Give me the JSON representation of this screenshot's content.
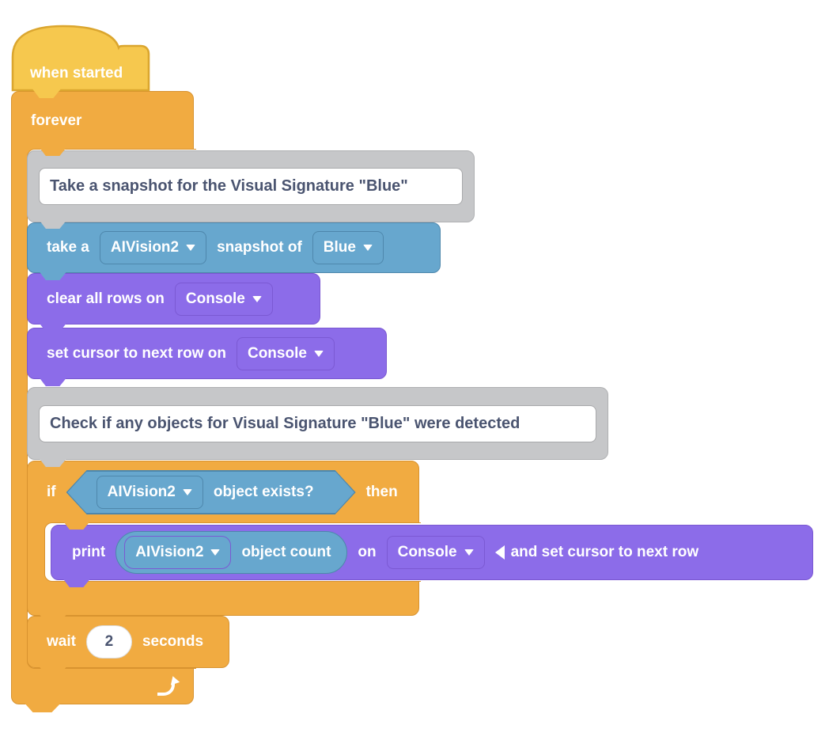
{
  "palette": {
    "hat_yellow": "#F6C84E",
    "hat_border": "#DBA62F",
    "control_orange": "#F1AB41",
    "control_border": "#D8932F",
    "vision_blue": "#67A7CE",
    "vision_border": "#4E87AC",
    "console_purple": "#8C6CE9",
    "console_border": "#7A57D1",
    "comment_gray": "#C6C7C9",
    "comment_border": "#AFB0B2",
    "comment_text": "#4A5470",
    "white_text": "#FFFFFF"
  },
  "icons": {
    "caret_down": "▾",
    "collapse_left": "◀",
    "loop_arrow": "⤴"
  },
  "blocks": {
    "hat": {
      "label": "when started"
    },
    "forever": {
      "label": "forever"
    },
    "comment_snapshot": {
      "text": "Take a snapshot for the Visual Signature \"Blue\""
    },
    "take_snapshot": {
      "text_take": "take a",
      "camera": "AIVision2",
      "text_snapshot_of": "snapshot of",
      "signature": "Blue"
    },
    "clear_rows": {
      "text": "clear all rows on",
      "target": "Console"
    },
    "set_cursor": {
      "text": "set cursor to next row on",
      "target": "Console"
    },
    "comment_check": {
      "text": "Check if any objects for Visual Signature \"Blue\" were detected"
    },
    "if_block": {
      "text_if": "if",
      "camera": "AIVision2",
      "condition": "object exists?",
      "text_then": "then"
    },
    "print_block": {
      "text_print": "print",
      "camera": "AIVision2",
      "reporter": "object count",
      "text_on": "on",
      "target": "Console",
      "text_suffix": "and set cursor to next row"
    },
    "wait": {
      "text_wait": "wait",
      "value": "2",
      "text_seconds": "seconds"
    }
  }
}
